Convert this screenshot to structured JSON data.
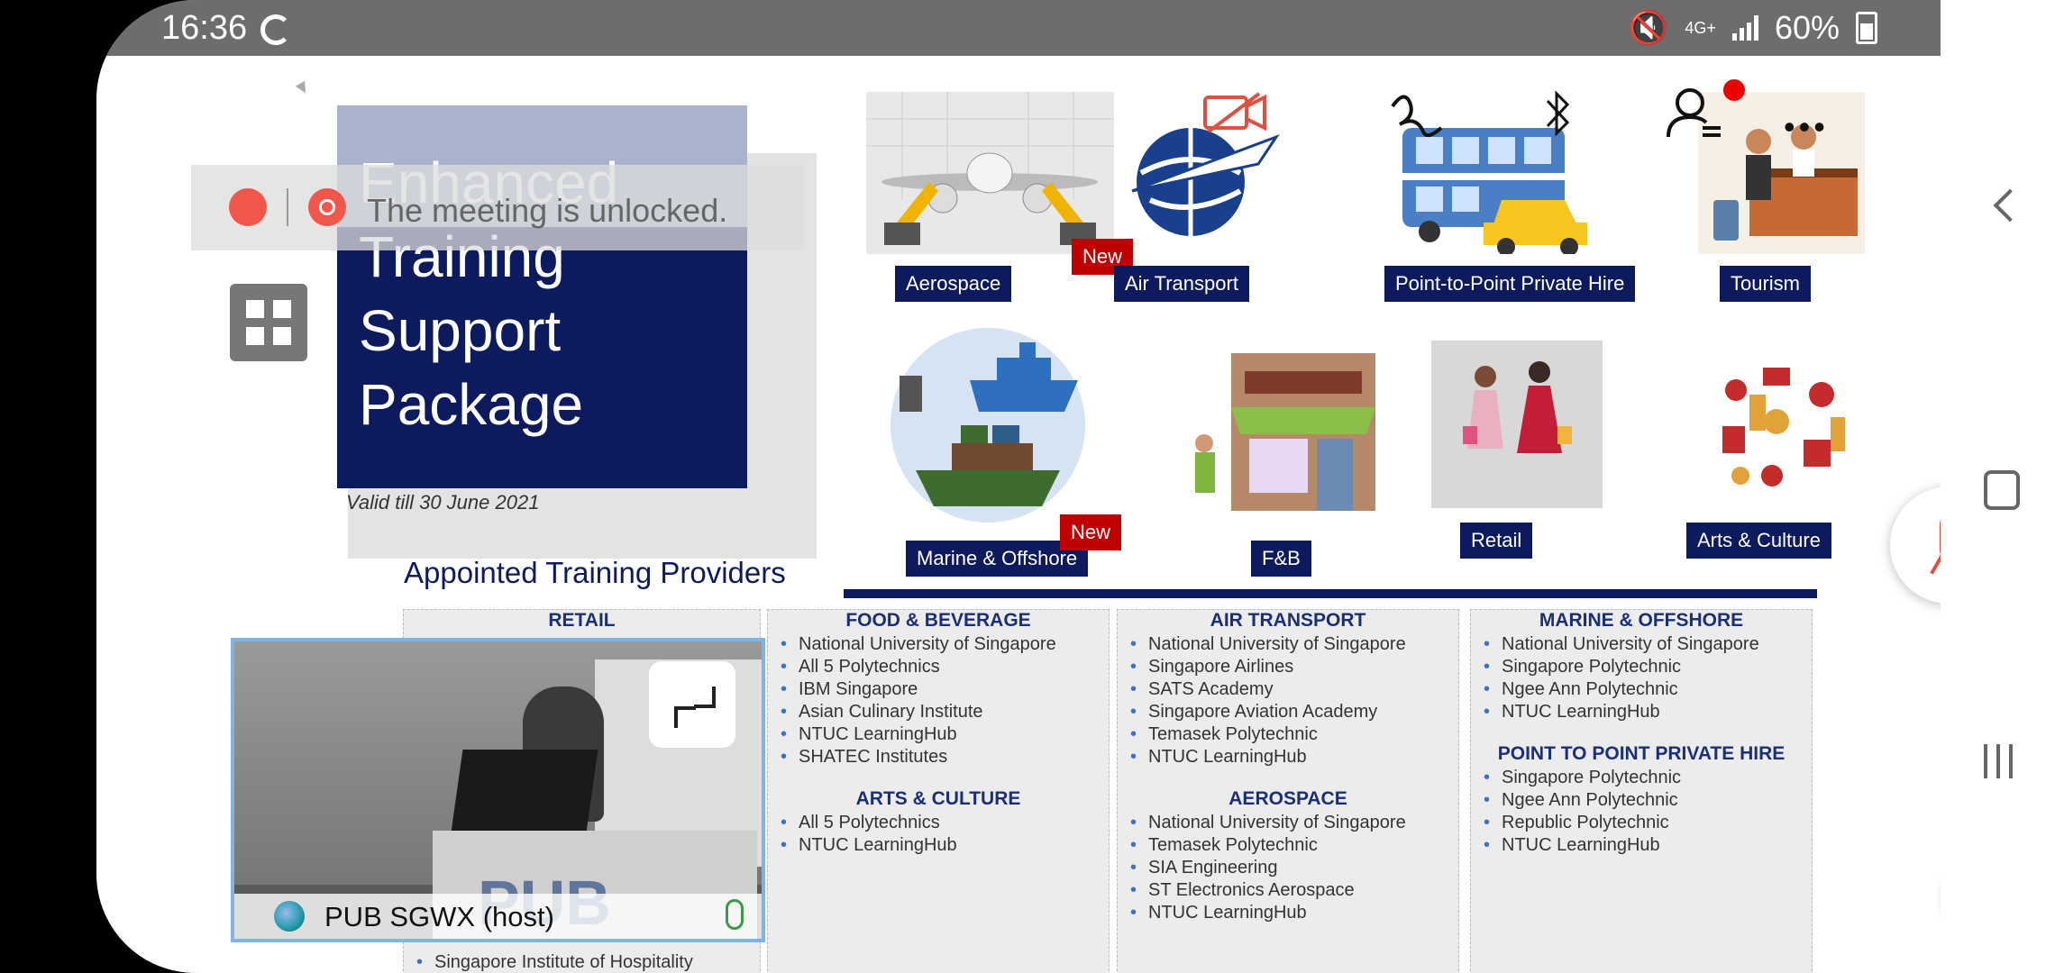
{
  "status_bar": {
    "time": "16:36",
    "network": "4G+",
    "battery": "60%"
  },
  "slide": {
    "title": "Enhanced Training Support Package",
    "title_lines": [
      "Enhanced",
      "Training",
      "Support",
      "Package"
    ],
    "valid": "Valid till 30 June 2021",
    "providers_title": "Appointed Training Providers",
    "new_badge": "New",
    "sectors": {
      "aerospace": "Aerospace",
      "air_transport": "Air Transport",
      "p2p": "Point-to-Point Private Hire",
      "tourism": "Tourism",
      "marine": "Marine & Offshore",
      "fnb": "F&B",
      "retail": "Retail",
      "arts": "Arts & Culture"
    },
    "columns": {
      "retail": {
        "heading": "RETAIL",
        "last_item": "Singapore Institute of Hospitality"
      },
      "fnb": {
        "heading": "FOOD & BEVERAGE",
        "items": [
          "National University of Singapore",
          "All 5 Polytechnics",
          "IBM Singapore",
          "Asian Culinary Institute",
          "NTUC LearningHub",
          "SHATEC Institutes"
        ],
        "sub_heading": "ARTS & CULTURE",
        "sub_items": [
          "All 5 Polytechnics",
          "NTUC LearningHub"
        ]
      },
      "air": {
        "heading": "AIR TRANSPORT",
        "items": [
          "National University of Singapore",
          "Singapore Airlines",
          "SATS Academy",
          "Singapore Aviation Academy",
          "Temasek Polytechnic",
          "NTUC LearningHub"
        ],
        "sub_heading": "AEROSPACE",
        "sub_items": [
          "National University of Singapore",
          "Temasek Polytechnic",
          "SIA Engineering",
          "ST Electronics Aerospace",
          "NTUC LearningHub"
        ]
      },
      "marine": {
        "heading": "MARINE & OFFSHORE",
        "items": [
          "National University of Singapore",
          "Singapore Polytechnic",
          "Ngee Ann Polytechnic",
          "NTUC LearningHub"
        ],
        "sub_heading": "POINT TO POINT PRIVATE HIRE",
        "sub_items": [
          "Singapore Polytechnic",
          "Ngee Ann Polytechnic",
          "Republic Polytechnic",
          "NTUC LearningHub"
        ]
      }
    }
  },
  "meeting": {
    "message": "The meeting is unlocked.",
    "video_name": "PUB SGWX (host)",
    "podium_text": "PUB"
  }
}
